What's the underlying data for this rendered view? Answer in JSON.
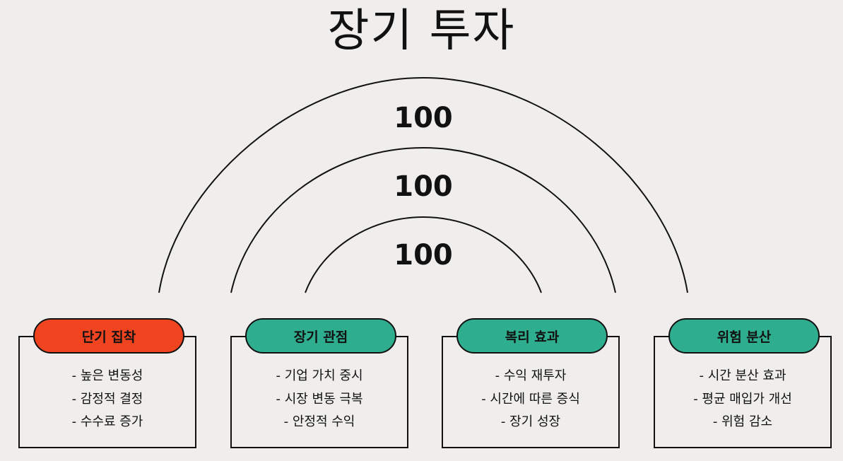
{
  "title": "장기 투자",
  "arcs": [
    {
      "label": "100"
    },
    {
      "label": "100"
    },
    {
      "label": "100"
    }
  ],
  "cards": [
    {
      "header": "단기 집착",
      "color": "#f04420",
      "items": [
        "- 높은 변동성",
        "- 감정적 결정",
        "- 수수료 증가"
      ]
    },
    {
      "header": "장기 관점",
      "color": "#2fae8f",
      "items": [
        "- 기업 가치 중시",
        "- 시장 변동 극복",
        "- 안정적 수익"
      ]
    },
    {
      "header": "복리 효과",
      "color": "#2fae8f",
      "items": [
        "- 수익 재투자",
        "- 시간에 따른 증식",
        "- 장기 성장"
      ]
    },
    {
      "header": "위험 분산",
      "color": "#2fae8f",
      "items": [
        "- 시간 분산 효과",
        "- 평균 매입가 개선",
        "- 위험 감소"
      ]
    }
  ]
}
